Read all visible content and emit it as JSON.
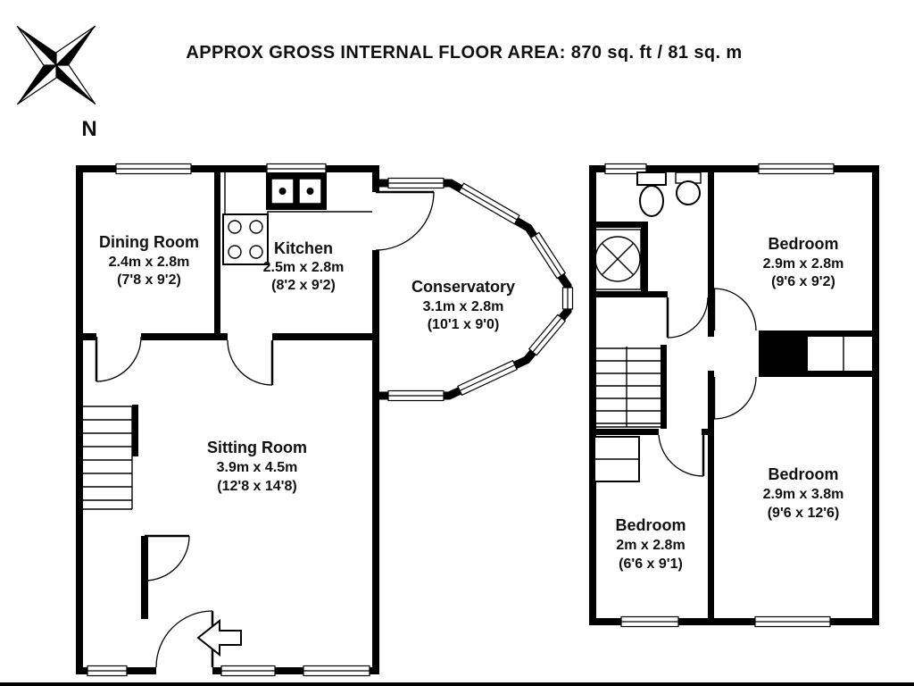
{
  "header": {
    "title": "APPROX GROSS INTERNAL FLOOR AREA:  870 sq. ft / 81 sq. m"
  },
  "compass": {
    "label": "N"
  },
  "ground_floor": {
    "rooms": {
      "dining": {
        "name": "Dining Room",
        "metric": "2.4m x 2.8m",
        "imperial": "(7'8 x 9'2)"
      },
      "kitchen": {
        "name": "Kitchen",
        "metric": "2.5m x 2.8m",
        "imperial": "(8'2 x 9'2)"
      },
      "conservatory": {
        "name": "Conservatory",
        "metric": "3.1m x 2.8m",
        "imperial": "(10'1 x 9'0)"
      },
      "sitting": {
        "name": "Sitting Room",
        "metric": "3.9m x 4.5m",
        "imperial": "(12'8 x 14'8)"
      }
    }
  },
  "first_floor": {
    "rooms": {
      "bedroom1": {
        "name": "Bedroom",
        "metric": "2.9m x 2.8m",
        "imperial": "(9'6 x 9'2)"
      },
      "bedroom2": {
        "name": "Bedroom",
        "metric": "2.9m x 3.8m",
        "imperial": "(9'6 x 12'6)"
      },
      "bedroom3": {
        "name": "Bedroom",
        "metric": "2m x 2.8m",
        "imperial": "(6'6 x 9'1)"
      }
    }
  },
  "colors": {
    "wall": "#000000",
    "background": "#ffffff"
  }
}
